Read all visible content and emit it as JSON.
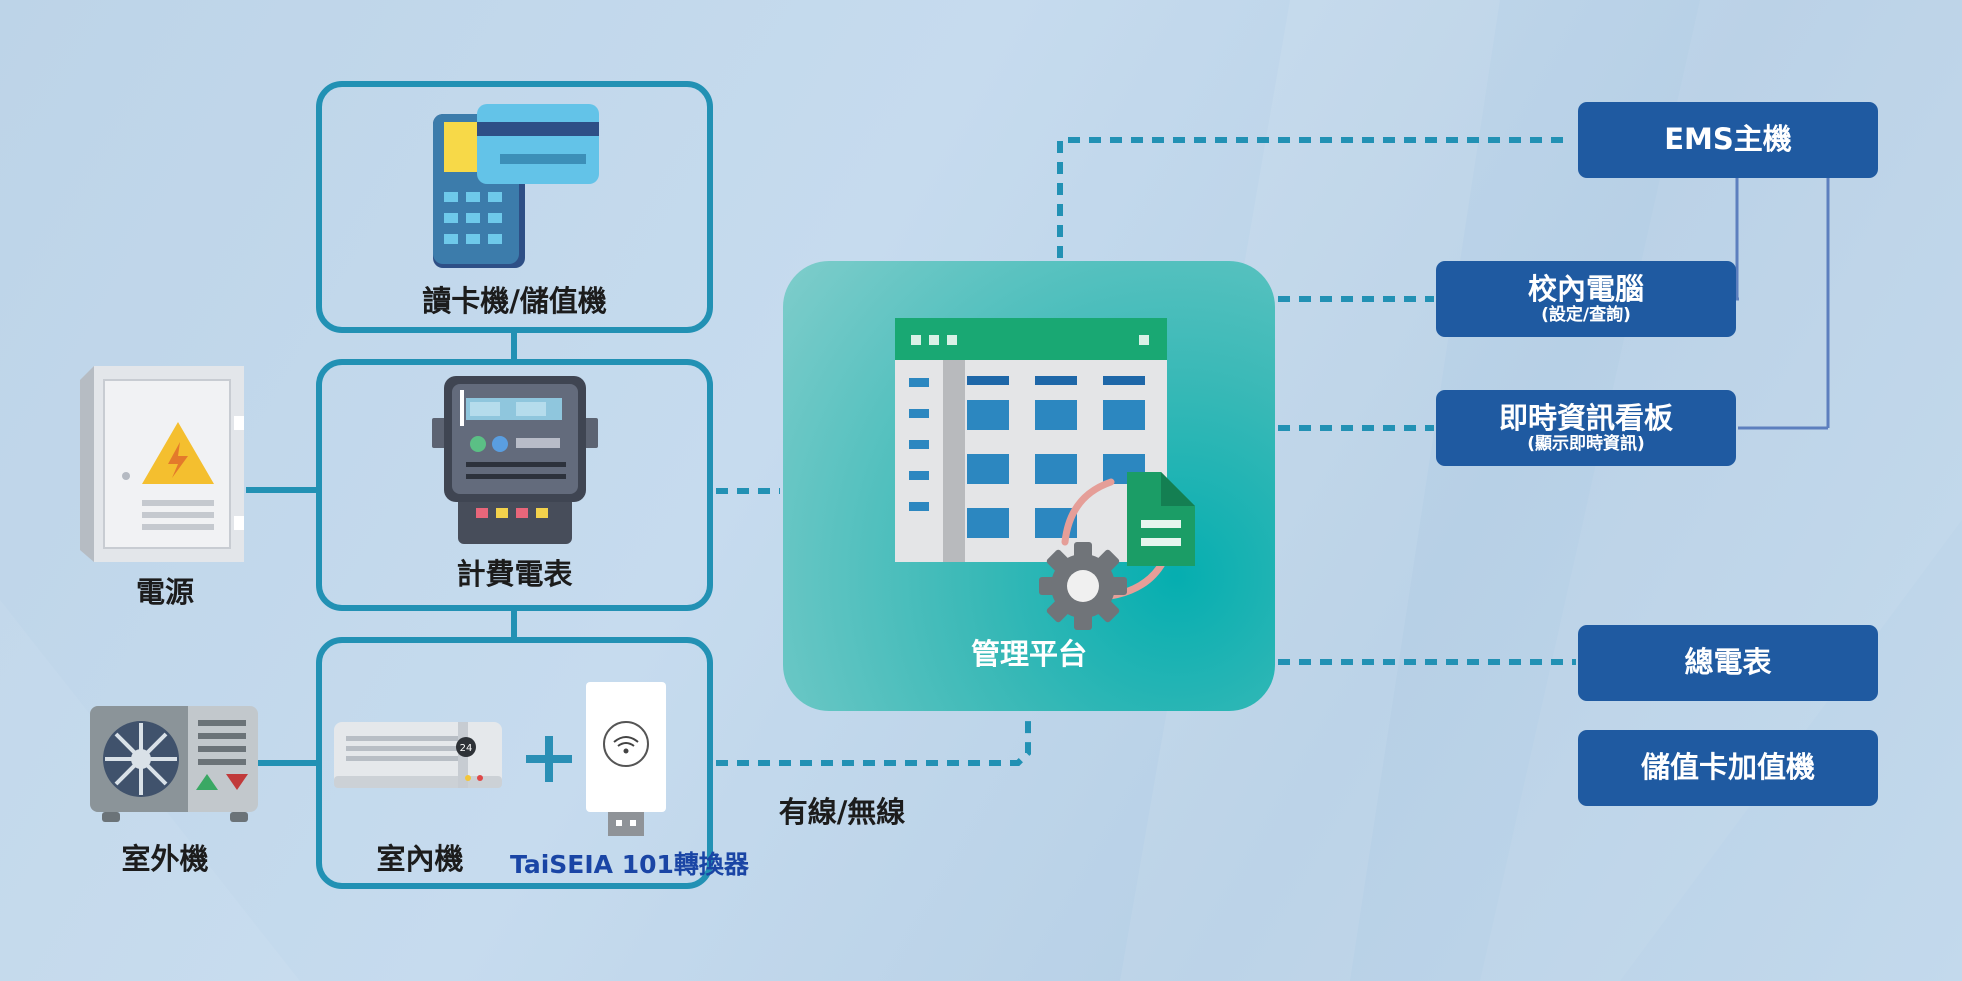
{
  "devices": {
    "card_reader": "讀卡機/儲值機",
    "meter": "計費電表",
    "power": "電源",
    "outdoor": "室外機",
    "indoor": "室內機",
    "converter": "TaiSEIA 101轉換器"
  },
  "platform": {
    "label": "管理平台"
  },
  "connection_label": "有線/無線",
  "targets": {
    "ems": {
      "title": "EMS主機"
    },
    "campus_pc": {
      "title": "校內電腦",
      "subtitle": "(設定/查詢)"
    },
    "dashboard": {
      "title": "即時資訊看板",
      "subtitle": "(顯示即時資訊)"
    },
    "main_meter": {
      "title": "總電表"
    },
    "topup": {
      "title": "儲值卡加值機"
    }
  },
  "colors": {
    "frame_teal": "#2291b4",
    "navy": "#1f5aa1",
    "platform_teal": "#05aeb0",
    "converter_text": "#1a45a5",
    "ems_link": "#5d7fbe"
  },
  "icons": [
    "card-reader-icon",
    "smart-meter-icon",
    "electric-panel-icon",
    "outdoor-unit-icon",
    "indoor-unit-icon",
    "usb-wifi-dongle-icon",
    "dashboard-gear-icon"
  ]
}
